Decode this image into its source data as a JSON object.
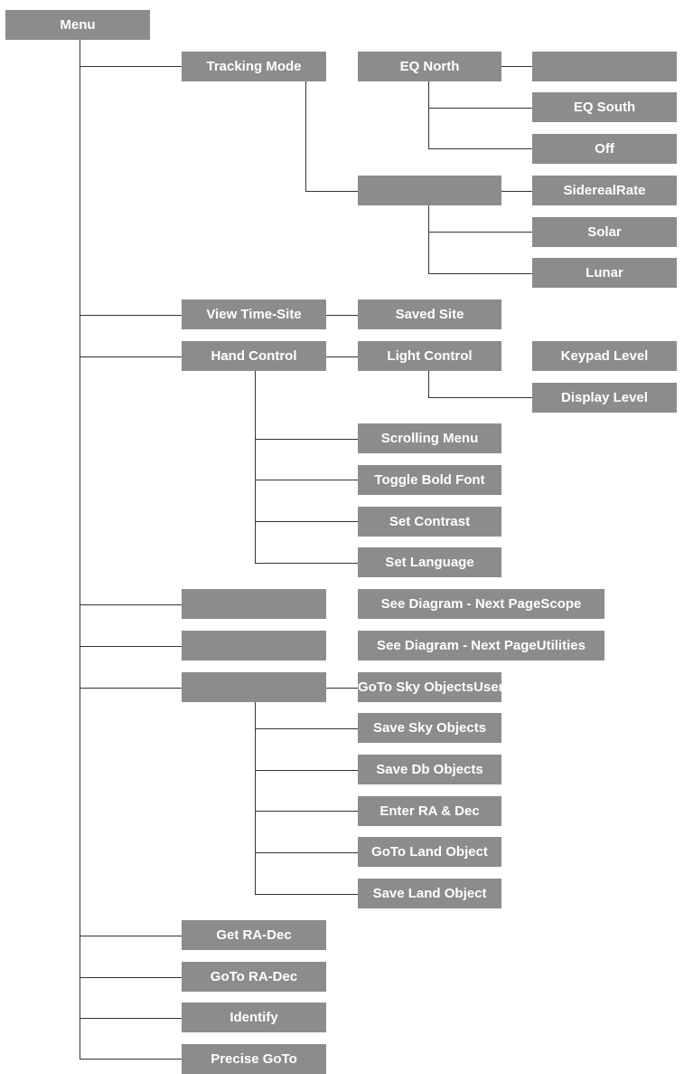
{
  "menu": {
    "root": "Menu",
    "tracking_mode": "Tracking Mode",
    "eq_north": "EQ North",
    "eq_south": "EQ South",
    "off": "Off",
    "sidereal_rate": "SiderealRate",
    "solar": "Solar",
    "lunar": "Lunar",
    "view_time_site": "View Time-Site",
    "saved_site": "Saved Site",
    "hand_control": "Hand Control",
    "light_control": "Light Control",
    "keypad_level": "Keypad Level",
    "display_level": "Display Level",
    "scrolling_menu": "Scrolling Menu",
    "toggle_bold_font": "Toggle Bold Font",
    "set_contrast": "Set Contrast",
    "set_language": "Set Language",
    "see_diagram_scope": "See Diagram - Next PageScope",
    "see_diagram_utilities": "See Diagram - Next PageUtilities",
    "goto_sky_objects": "GoTo Sky ObjectsUser Objects",
    "save_sky_objects": "Save Sky Objects",
    "save_db_objects": "Save Db Objects",
    "enter_ra_dec": "Enter RA & Dec",
    "goto_land_object": "GoTo Land Object",
    "save_land_object": "Save Land Object",
    "get_ra_dec": "Get RA-Dec",
    "goto_ra_dec": "GoTo RA-Dec",
    "identify": "Identify",
    "precise_goto": "Precise GoTo"
  }
}
